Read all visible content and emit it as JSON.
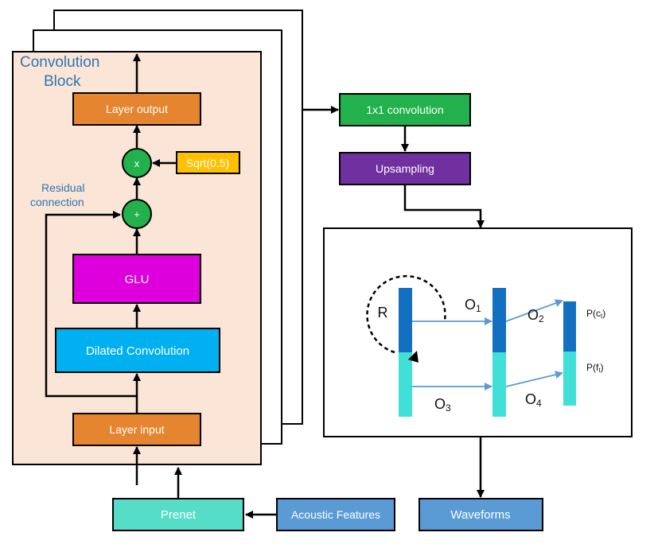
{
  "block": {
    "title_line1": "Convolution",
    "title_line2": "Block",
    "layer_output": "Layer output",
    "multiply": "x",
    "sqrt": "Sqrt(0.5)",
    "add": "+",
    "residual_line1": "Residual",
    "residual_line2": "connection",
    "glu": "GLU",
    "dilated": "Dilated Convolution",
    "layer_input": "Layer input"
  },
  "pipeline": {
    "conv1x1": "1x1 convolution",
    "upsampling": "Upsampling",
    "prenet": "Prenet",
    "acoustic": "Acoustic Features",
    "waveforms": "Waveforms"
  },
  "rnn": {
    "r": "R",
    "o1": "O",
    "o1_sub": "1",
    "o2": "O",
    "o2_sub": "2",
    "o3": "O",
    "o3_sub": "3",
    "o4": "O",
    "o4_sub": "4",
    "pc": "P(c",
    "pc_sub": "t",
    "pc_end": ")",
    "pf": "P(f",
    "pf_sub": "t",
    "pf_end": ")"
  },
  "colors": {
    "block_bg": "#fbe5d6",
    "orange": "#e6852f",
    "green": "#22b14c",
    "yellow": "#ffc000",
    "magenta": "#dd00dd",
    "cyan": "#00b0f0",
    "purple": "#7030a0",
    "teal": "#55ddc8",
    "steel_blue": "#5b9bd5",
    "dark_blue": "#1370c0",
    "light_cyan": "#40e0d8",
    "title_blue": "#2e75b6"
  }
}
